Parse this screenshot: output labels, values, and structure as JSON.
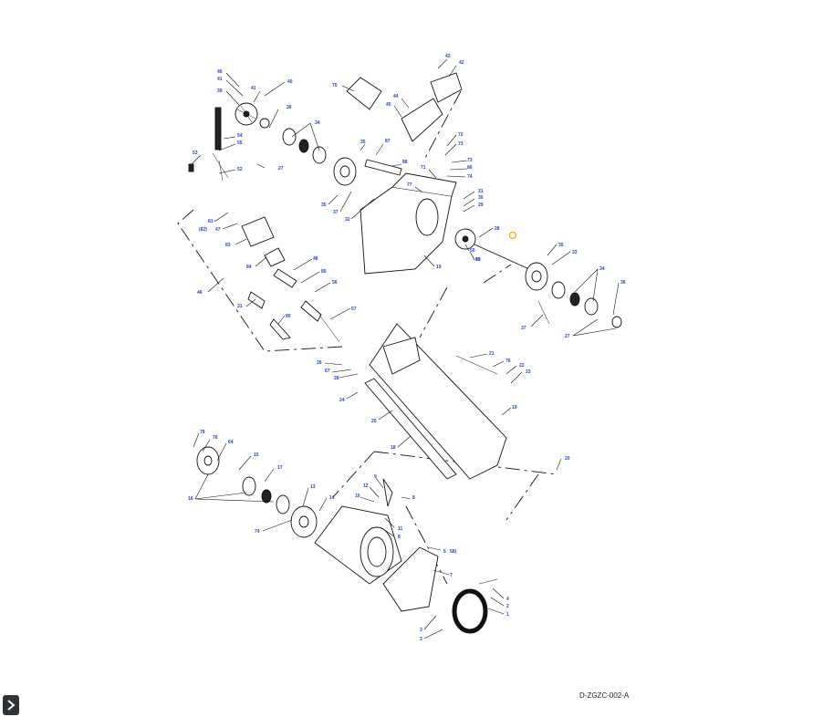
{
  "drawing_code": "D-ZGZC-002-A",
  "expand_icon": "chevron-right-icon",
  "colors": {
    "callout": "#2244cc",
    "highlight": "#e8b400",
    "button_bg": "#2f3338"
  },
  "callouts": [
    {
      "id": "c46",
      "text": "46"
    },
    {
      "id": "c41a",
      "text": "41"
    },
    {
      "id": "c39",
      "text": "39"
    },
    {
      "id": "c41b",
      "text": "41"
    },
    {
      "id": "c40",
      "text": "40"
    },
    {
      "id": "c36a",
      "text": "36"
    },
    {
      "id": "c34a",
      "text": "34"
    },
    {
      "id": "c54",
      "text": "54"
    },
    {
      "id": "c55",
      "text": "55"
    },
    {
      "id": "c53",
      "text": "53"
    },
    {
      "id": "c52",
      "text": "52"
    },
    {
      "id": "c27a",
      "text": "27"
    },
    {
      "id": "c43",
      "text": "43"
    },
    {
      "id": "c42",
      "text": "42"
    },
    {
      "id": "c75",
      "text": "75"
    },
    {
      "id": "c44",
      "text": "44"
    },
    {
      "id": "c45",
      "text": "45"
    },
    {
      "id": "c35a",
      "text": "35"
    },
    {
      "id": "c87",
      "text": "87"
    },
    {
      "id": "c88",
      "text": "88"
    },
    {
      "id": "c72",
      "text": "72"
    },
    {
      "id": "c73a",
      "text": "73"
    },
    {
      "id": "c73b",
      "text": "73"
    },
    {
      "id": "c86",
      "text": "86"
    },
    {
      "id": "c74a",
      "text": "74"
    },
    {
      "id": "c71",
      "text": "71"
    },
    {
      "id": "c77",
      "text": "77"
    },
    {
      "id": "c35b",
      "text": "35"
    },
    {
      "id": "c37a",
      "text": "37"
    },
    {
      "id": "c32",
      "text": "32"
    },
    {
      "id": "c81",
      "text": "81"
    },
    {
      "id": "c82",
      "text": "(82)"
    },
    {
      "id": "c47",
      "text": "47"
    },
    {
      "id": "c83",
      "text": "83"
    },
    {
      "id": "c84",
      "text": "84"
    },
    {
      "id": "c48",
      "text": "48"
    },
    {
      "id": "c85",
      "text": "85"
    },
    {
      "id": "c56",
      "text": "56"
    },
    {
      "id": "c46b",
      "text": "46"
    },
    {
      "id": "c31a",
      "text": "31"
    },
    {
      "id": "c57",
      "text": "57"
    },
    {
      "id": "c80",
      "text": "80"
    },
    {
      "id": "c31b",
      "text": "31"
    },
    {
      "id": "c30",
      "text": "30"
    },
    {
      "id": "c29",
      "text": "29"
    },
    {
      "id": "c28a",
      "text": "28"
    },
    {
      "id": "c50",
      "text": "50"
    },
    {
      "id": "c49",
      "text": "49"
    },
    {
      "id": "c65",
      "text": "65"
    },
    {
      "id": "c19a",
      "text": "19"
    },
    {
      "id": "c35c",
      "text": "35"
    },
    {
      "id": "c33",
      "text": "33"
    },
    {
      "id": "c34b",
      "text": "34"
    },
    {
      "id": "c36b",
      "text": "36"
    },
    {
      "id": "c37b",
      "text": "37"
    },
    {
      "id": "c27b",
      "text": "27"
    },
    {
      "id": "c21",
      "text": "21"
    },
    {
      "id": "c76a",
      "text": "76"
    },
    {
      "id": "c22",
      "text": "22"
    },
    {
      "id": "c23",
      "text": "23"
    },
    {
      "id": "c26",
      "text": "26"
    },
    {
      "id": "c67",
      "text": "67"
    },
    {
      "id": "c28b",
      "text": "28"
    },
    {
      "id": "c24",
      "text": "24"
    },
    {
      "id": "c19b",
      "text": "19"
    },
    {
      "id": "c20a",
      "text": "20"
    },
    {
      "id": "c18",
      "text": "18"
    },
    {
      "id": "c20b",
      "text": "20"
    },
    {
      "id": "c78",
      "text": "78"
    },
    {
      "id": "c76b",
      "text": "76"
    },
    {
      "id": "c64",
      "text": "64"
    },
    {
      "id": "c15",
      "text": "15"
    },
    {
      "id": "c17",
      "text": "17"
    },
    {
      "id": "c16",
      "text": "16"
    },
    {
      "id": "c13",
      "text": "13"
    },
    {
      "id": "c14",
      "text": "14"
    },
    {
      "id": "c74b",
      "text": "74"
    },
    {
      "id": "c9",
      "text": "9"
    },
    {
      "id": "c12",
      "text": "12"
    },
    {
      "id": "c10",
      "text": "10"
    },
    {
      "id": "c8a",
      "text": "8"
    },
    {
      "id": "c11",
      "text": "11"
    },
    {
      "id": "c8b",
      "text": "8"
    },
    {
      "id": "c5",
      "text": "5"
    },
    {
      "id": "c58",
      "text": "58)"
    },
    {
      "id": "c7",
      "text": "7"
    },
    {
      "id": "c4",
      "text": "4"
    },
    {
      "id": "c2",
      "text": "2"
    },
    {
      "id": "c1",
      "text": "1"
    },
    {
      "id": "c3a",
      "text": "3"
    },
    {
      "id": "c3b",
      "text": "3"
    }
  ]
}
